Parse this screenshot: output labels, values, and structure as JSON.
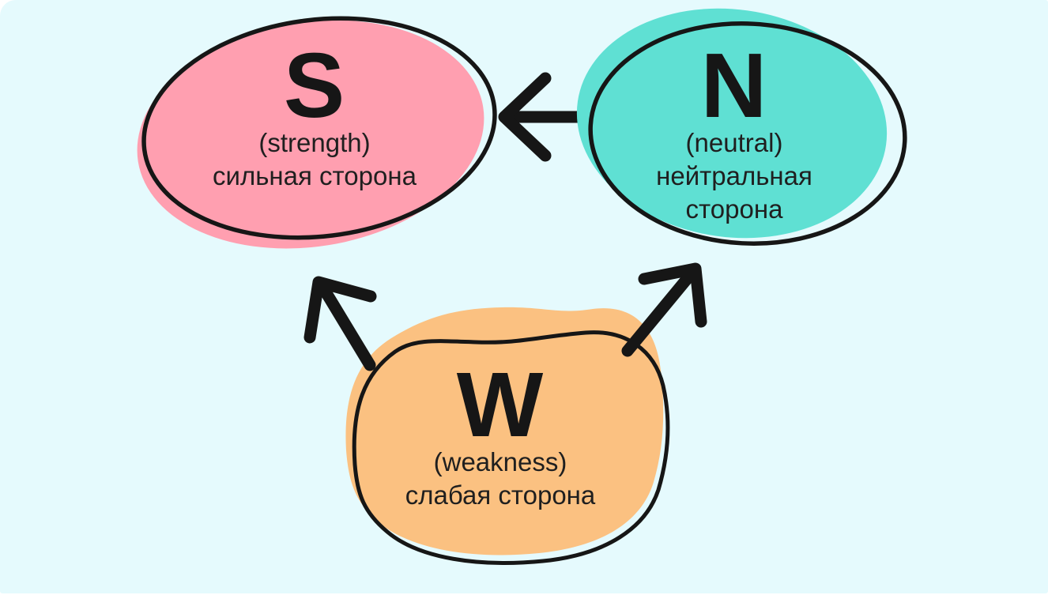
{
  "page": {
    "background_color": "#ffffff",
    "canvas_color": "#e5fafd"
  },
  "colors": {
    "outline": "#161616",
    "text": "#161616"
  },
  "nodes": {
    "strength": {
      "letter": "S",
      "label_en": "(strength)",
      "label_ru": "сильная сторона",
      "fill_color": "#ff9fb0"
    },
    "neutral": {
      "letter": "N",
      "label_en": "(neutral)",
      "label_ru": "нейтральная сторона",
      "fill_color": "#5fe0d3"
    },
    "weakness": {
      "letter": "W",
      "label_en": "(weakness)",
      "label_ru": "слабая сторона",
      "fill_color": "#fbc181"
    }
  },
  "arrows": {
    "stroke_color": "#161616",
    "items": [
      {
        "name": "neutral-to-strength",
        "direction": "left"
      },
      {
        "name": "weakness-to-strength",
        "direction": "up-left"
      },
      {
        "name": "weakness-to-neutral",
        "direction": "up-right"
      }
    ]
  }
}
